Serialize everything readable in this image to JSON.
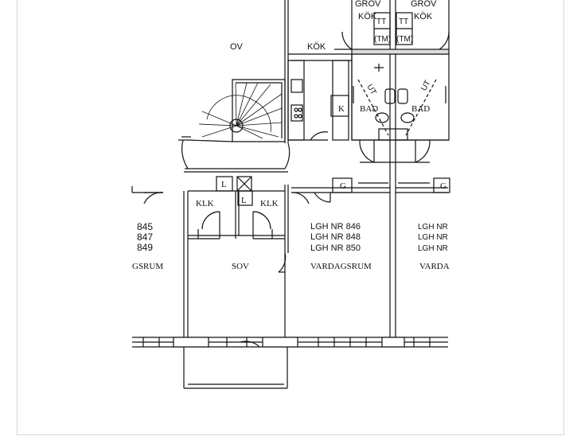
{
  "labels": {
    "grov_left": "GROV",
    "kok_small_left": "KÖK",
    "grov_right": "GROV",
    "kok_small_right": "KÖK",
    "tt1": "TT",
    "tm1": "(TM)",
    "tt2": "TT",
    "tm2": "(TM)",
    "dv_fragment": "OV",
    "kok_main": "KÖK",
    "bad_left": "BAD",
    "bad_right": "BAD",
    "k_left": "K",
    "klk_left": "KLK",
    "klk_right": "KLK",
    "l_left": "L",
    "l_right": "L",
    "g_left": "G",
    "g_right": "G",
    "lgh_left_1": "845",
    "lgh_left_2": "847",
    "lgh_left_3": "849",
    "vardagsrum_left_fragment": "GSRUM",
    "sov": "SOV",
    "lgh_mid_1": "LGH NR 846",
    "lgh_mid_2": "LGH NR 848",
    "lgh_mid_3": "LGH NR 850",
    "vardagsrum_mid": "VARDAGSRUM",
    "lgh_right_1": "LGH NR",
    "lgh_right_2": "LGH NR",
    "lgh_right_3": "LGH NR",
    "vardagsrum_right_fragment": "VARDA",
    "ut_left": "UT",
    "ut_right": "UT"
  }
}
